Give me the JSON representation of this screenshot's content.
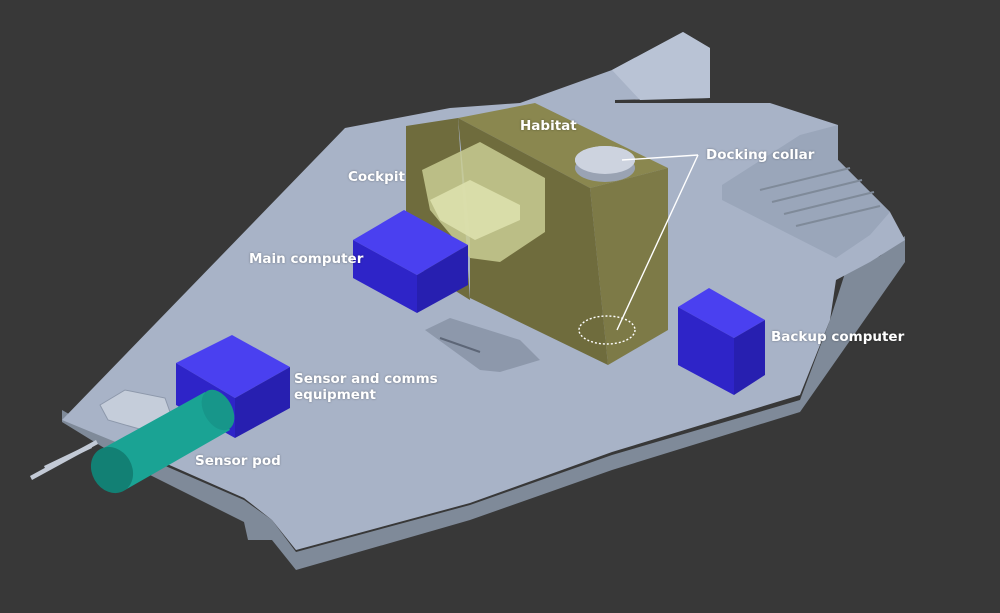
{
  "labels": {
    "habitat": "Habitat",
    "docking_collar": "Docking collar",
    "cockpit": "Cockpit",
    "main_computer": "Main computer",
    "backup_computer": "Backup computer",
    "sensor_comms_line1": "Sensor and comms",
    "sensor_comms_line2": "equipment",
    "sensor_pod": "Sensor pod"
  },
  "colors": {
    "background": "#383838",
    "hull_top": "#a8b3c7",
    "hull_side": "#7f8a99",
    "habitat": "#7d7a47",
    "computer_block": "#3a2fe6",
    "sensor_pod": "#1aa394"
  }
}
